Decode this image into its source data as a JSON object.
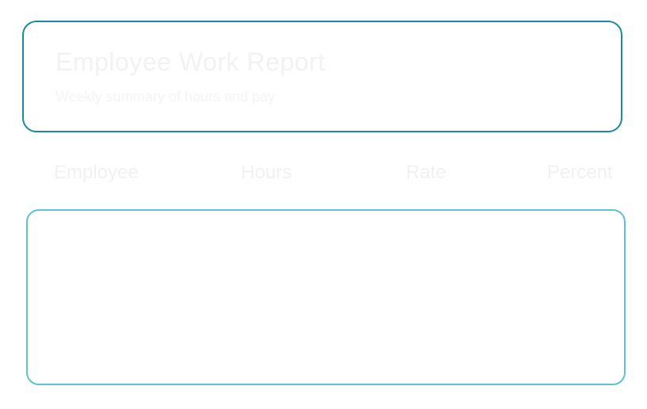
{
  "header": {
    "title": "Employee Work Report",
    "subtitle": "Weekly summary of hours and pay"
  },
  "columns": {
    "employee": "Employee",
    "hours": "Hours",
    "rate": "Rate",
    "percent": "Percent"
  },
  "rows": [
    {
      "employee": "",
      "hours": "",
      "rate": "",
      "percent": ""
    },
    {
      "employee": "",
      "hours": "",
      "rate": "",
      "percent": ""
    },
    {
      "employee": "",
      "hours": "",
      "rate": "",
      "percent": ""
    }
  ],
  "colors": {
    "header_border": "#1a8a9c",
    "table_border": "#5cc3cf",
    "text": "#eeeeee"
  }
}
